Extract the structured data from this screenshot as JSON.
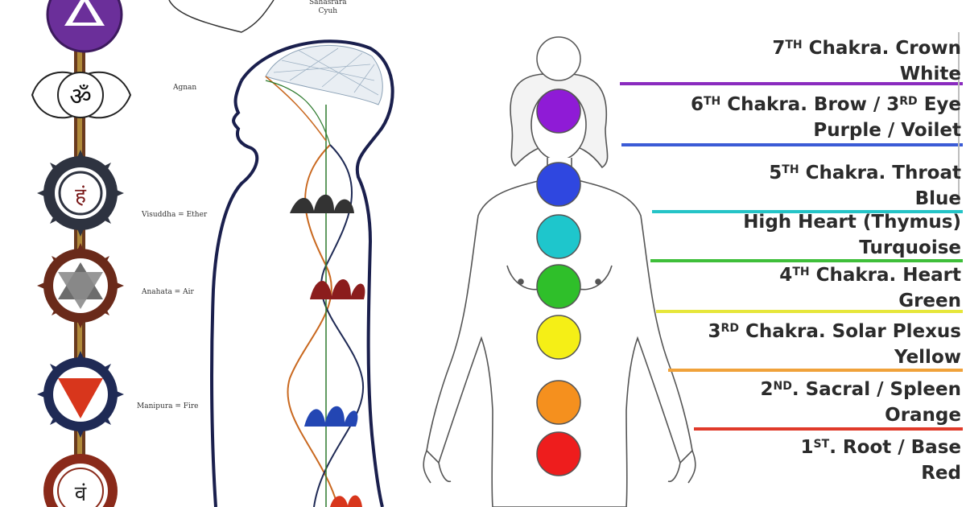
{
  "left_labels": {
    "top": "Sahasrara\nCyuh",
    "ajna": "Agnan",
    "vishuddha": "Visuddha = Ether",
    "anahata": "Anahata = Air",
    "manipura": "Manipura = Fire"
  },
  "seed_syllables": {
    "ajna": "ॐ",
    "vishuddha": "हं",
    "svadhisthana": "वं"
  },
  "chakras": [
    {
      "ord_num": "7",
      "ord_sup": "TH",
      "title": " Chakra. Crown",
      "color_name": "White",
      "hex": "#ffffff",
      "rule_hex": "#8a2bbf"
    },
    {
      "ord_num": "6",
      "ord_sup": "TH",
      "title": " Chakra. Brow / 3",
      "title_sup": "RD",
      "title_tail": " Eye",
      "color_name": "Purple / Voilet",
      "hex": "#8f1bd6",
      "rule_hex": "#3b5bd6"
    },
    {
      "ord_num": "5",
      "ord_sup": "TH",
      "title": " Chakra. Throat",
      "color_name": "Blue",
      "hex": "#2f47e0",
      "rule_hex": "#25c4c7"
    },
    {
      "ord_num": "",
      "ord_sup": "",
      "title": "High Heart (Thymus)",
      "color_name": "Turquoise",
      "hex": "#1ec6cc",
      "rule_hex": "#3fbf3a"
    },
    {
      "ord_num": "4",
      "ord_sup": "TH",
      "title": " Chakra. Heart",
      "color_name": "Green",
      "hex": "#2fbf2a",
      "rule_hex": "#e6e63a"
    },
    {
      "ord_num": "3",
      "ord_sup": "RD",
      "title": " Chakra. Solar Plexus",
      "color_name": "Yellow",
      "hex": "#f5ef16",
      "rule_hex": "#f0a23a"
    },
    {
      "ord_num": "2",
      "ord_sup": "ND",
      "title": ". Sacral / Spleen",
      "color_name": "Orange",
      "hex": "#f5901e",
      "rule_hex": "#e03a2a"
    },
    {
      "ord_num": "1",
      "ord_sup": "ST",
      "title": ". Root / Base",
      "color_name": "Red",
      "hex": "#ee1d1d",
      "rule_hex": ""
    }
  ]
}
